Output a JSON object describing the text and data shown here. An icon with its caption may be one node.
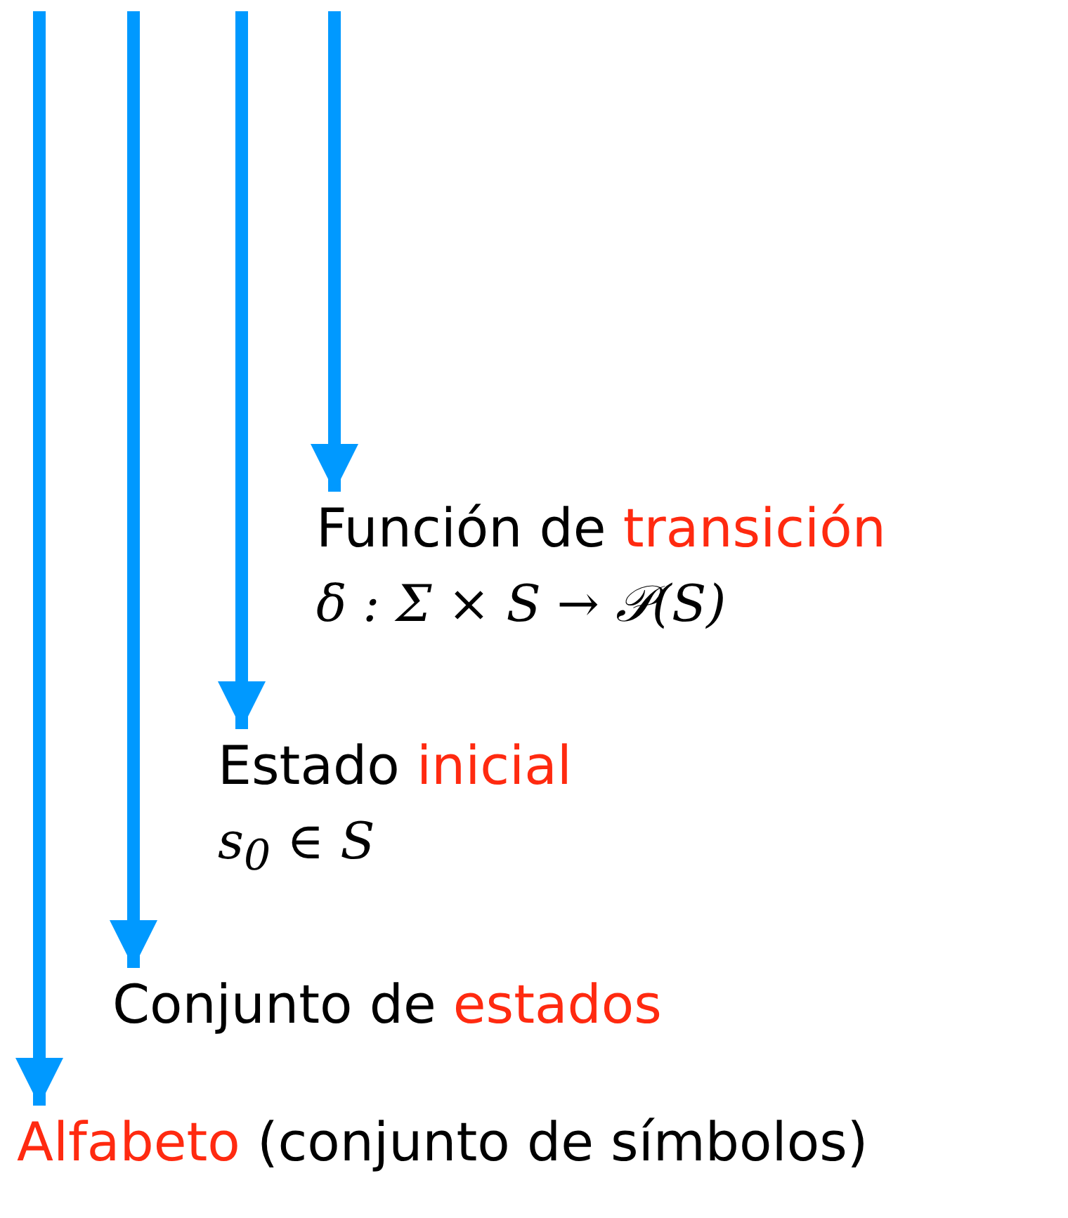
{
  "diagram": {
    "nodes": [
      {
        "text": [
          "Función de transición",
          "δ : Σ × S → 𝒫(S)"
        ]
      },
      {
        "text": [
          "Estado inicial",
          "s$_{0}$ ∈ S"
        ]
      },
      {
        "text": [
          "Conjunto de estados"
        ]
      },
      {
        "text": [
          "Alfabeto (conjunto de símbolos)"
        ]
      }
    ],
    "edges": [
      {
        "from": null,
        "to": 0,
        "arrow": "to"
      },
      {
        "from": null,
        "to": 1,
        "arrow": "to"
      },
      {
        "from": null,
        "to": 2,
        "arrow": "to"
      },
      {
        "from": null,
        "to": 3,
        "arrow": "to"
      }
    ]
  }
}
